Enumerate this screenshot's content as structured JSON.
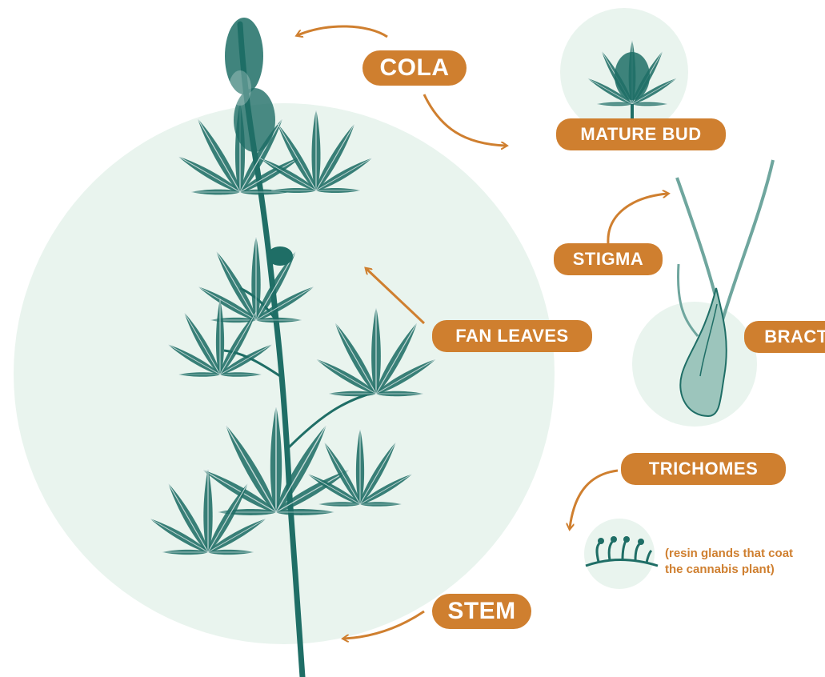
{
  "colors": {
    "accent": "#cf7f2f",
    "plant": "#1f6e66",
    "circle_fill": "#e9f4ee"
  },
  "labels": {
    "cola": "COLA",
    "mature_bud": "MATURE BUD",
    "stigma": "STIGMA",
    "fan_leaves": "FAN LEAVES",
    "bract": "BRACT",
    "trichomes": "TRICHOMES",
    "stem": "STEM"
  },
  "trichomes_note": {
    "line1": "(resin glands that coat",
    "line2": "the cannabis plant)"
  },
  "icons": [
    "cannabis-plant-icon",
    "mature-bud-icon",
    "stigma-bract-icon",
    "trichome-icon"
  ]
}
